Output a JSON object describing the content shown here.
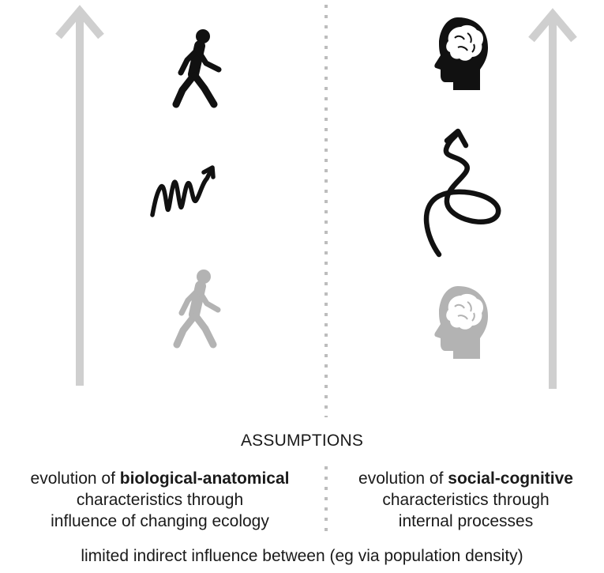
{
  "colors": {
    "arrow": "#cfcfcf",
    "divider": "#bdbdbd",
    "icon_dark": "#111111",
    "icon_light": "#b3b3b3"
  },
  "icons": {
    "left_top": "walking-person-icon",
    "left_middle": "zigzag-arrow-icon",
    "left_bottom": "walking-person-icon",
    "right_top": "head-brain-icon",
    "right_middle": "spiral-arrow-icon",
    "right_bottom": "head-brain-icon"
  },
  "assumptions": {
    "heading": "ASSUMPTIONS",
    "left": {
      "prefix": "evolution of ",
      "bold": "biological-anatomical",
      "line2": "characteristics through",
      "line3": "influence of changing ecology"
    },
    "right": {
      "prefix": "evolution of ",
      "bold": "social-cognitive",
      "line2": "characteristics through",
      "line3": "internal processes"
    }
  },
  "footer": "limited indirect influence between (eg via population density)"
}
